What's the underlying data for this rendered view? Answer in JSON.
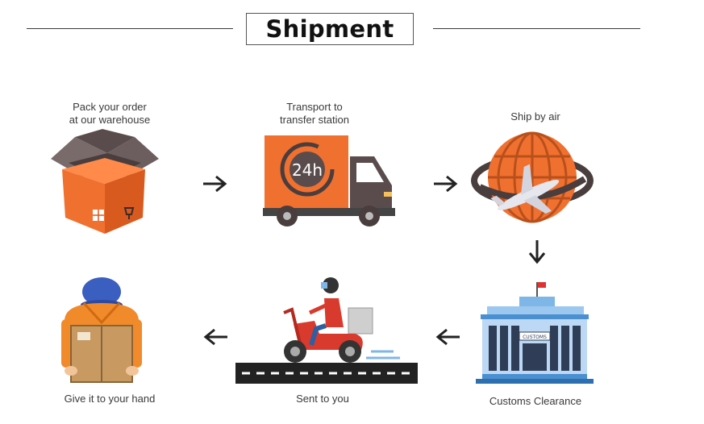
{
  "title": "Shipment",
  "steps": [
    {
      "id": "pack",
      "label": "Pack your order\nat our warehouse",
      "icon": "box-icon"
    },
    {
      "id": "transport",
      "label": "Transport to\ntransfer station",
      "icon": "truck-icon",
      "badge": "24h"
    },
    {
      "id": "air",
      "label": "Ship by air",
      "icon": "globe-plane-icon"
    },
    {
      "id": "customs",
      "label": "Customs Clearance",
      "icon": "customs-building-icon",
      "sign": "CUSTOMS"
    },
    {
      "id": "sent",
      "label": "Sent to you",
      "icon": "scooter-courier-icon"
    },
    {
      "id": "hand",
      "label": "Give it to your hand",
      "icon": "person-with-package-icon"
    }
  ],
  "colors": {
    "accent": "#f07030",
    "dark": "#555555",
    "blue": "#4a8fd0",
    "arrow": "#222222"
  }
}
